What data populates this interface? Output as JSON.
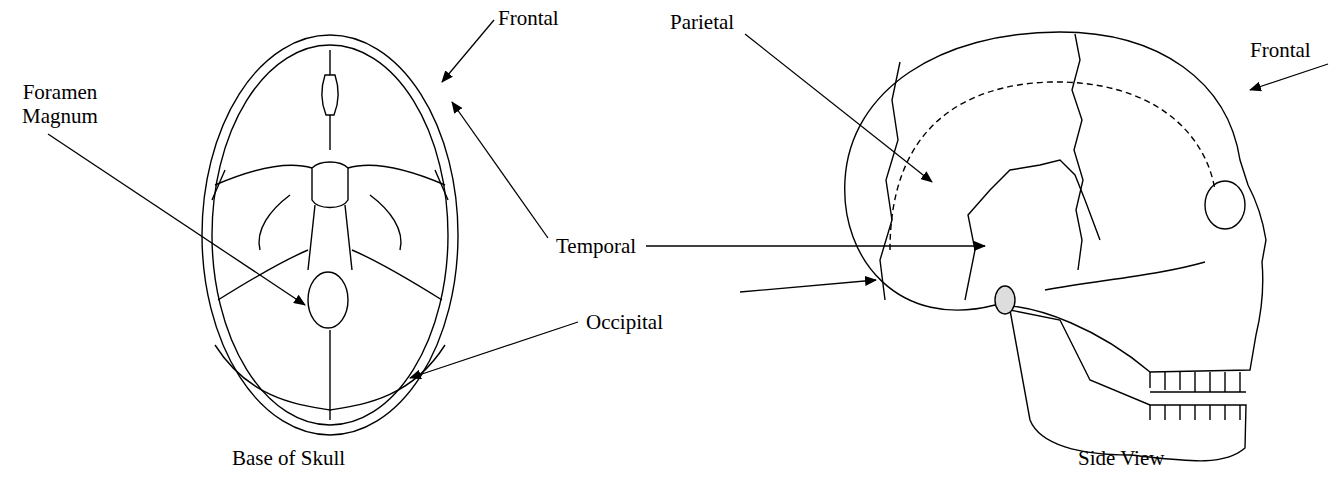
{
  "diagram": {
    "labels": [
      "Frontal",
      "Parietal",
      "Frontal",
      "Foramen Magnum",
      "Temporal",
      "Occipital",
      "Base of Skull",
      "Side View"
    ]
  }
}
